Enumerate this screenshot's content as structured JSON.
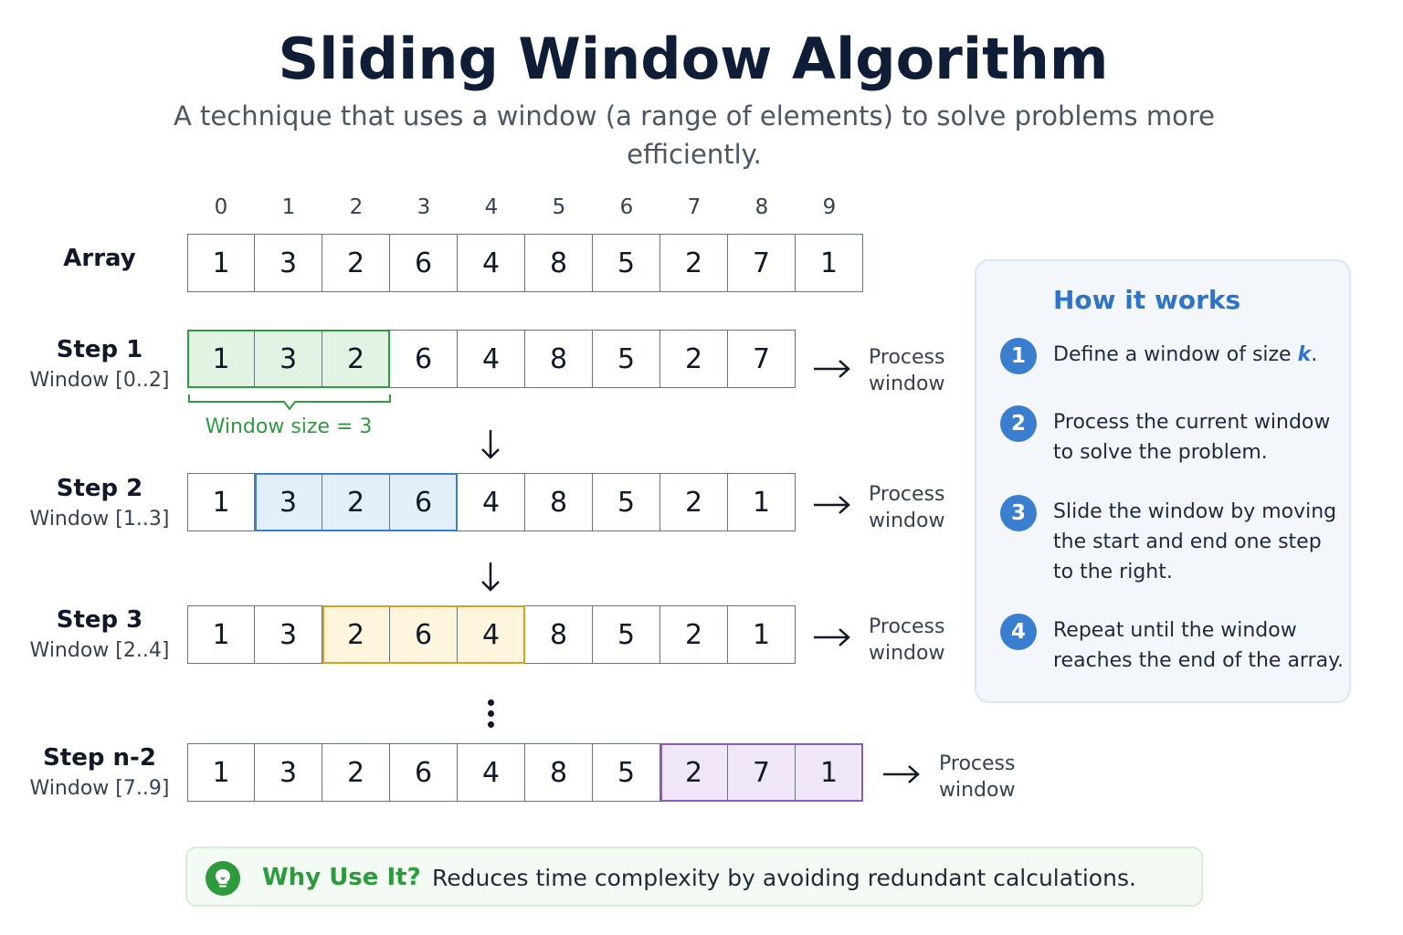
{
  "header": {
    "title": "Sliding Window Algorithm",
    "subtitle": "A technique that uses a window (a range of elements) to solve problems more efficiently."
  },
  "indices": [
    "0",
    "1",
    "2",
    "3",
    "4",
    "5",
    "6",
    "7",
    "8",
    "9"
  ],
  "array_row": {
    "label": "Array",
    "values": [
      "1",
      "3",
      "2",
      "6",
      "4",
      "8",
      "5",
      "2",
      "7",
      "1"
    ]
  },
  "steps": [
    {
      "label": "Step 1",
      "window": "Window [0..2]",
      "values": [
        "1",
        "3",
        "2",
        "6",
        "4",
        "8",
        "5",
        "2",
        "7"
      ],
      "window_start": 0,
      "window_end": 2,
      "color": "#2e9a3e",
      "fill": "#e3f3e3",
      "process": "Process window"
    },
    {
      "label": "Step 2",
      "window": "Window [1..3]",
      "values": [
        "1",
        "3",
        "2",
        "6",
        "4",
        "8",
        "5",
        "2",
        "1"
      ],
      "window_start": 1,
      "window_end": 3,
      "color": "#3a7fcf",
      "fill": "#e2eefa",
      "process": "Process window"
    },
    {
      "label": "Step 3",
      "window": "Window [2..4]",
      "values": [
        "1",
        "3",
        "2",
        "6",
        "4",
        "8",
        "5",
        "2",
        "1"
      ],
      "window_start": 2,
      "window_end": 4,
      "color": "#d9a21a",
      "fill": "#fdf5dc",
      "process": "Process window"
    },
    {
      "label": "Step n-2",
      "window": "Window [7..9]",
      "values": [
        "1",
        "3",
        "2",
        "6",
        "4",
        "8",
        "5",
        "2",
        "7",
        "1"
      ],
      "window_start": 7,
      "window_end": 9,
      "color": "#8a5bb8",
      "fill": "#efe7f7",
      "process": "Process window"
    }
  ],
  "window_size_label": "Window size = 3",
  "how_it_works": {
    "title": "How it works",
    "steps": [
      {
        "num": "1",
        "text_before": "Define a window of size ",
        "var": "k",
        "text_after": "."
      },
      {
        "num": "2",
        "text": "Process the current window to solve the problem."
      },
      {
        "num": "3",
        "text": "Slide the window by moving the start and end one step to the right."
      },
      {
        "num": "4",
        "text": "Repeat until the window reaches the end of the array."
      }
    ]
  },
  "why": {
    "label": "Why Use It?",
    "text": "Reduces time complexity by avoiding redundant calculations.",
    "icon": "lightbulb-icon"
  },
  "colors": {
    "title": "#0f1e36",
    "accent_blue": "#2f74c7",
    "accent_green": "#2e9a3e"
  }
}
